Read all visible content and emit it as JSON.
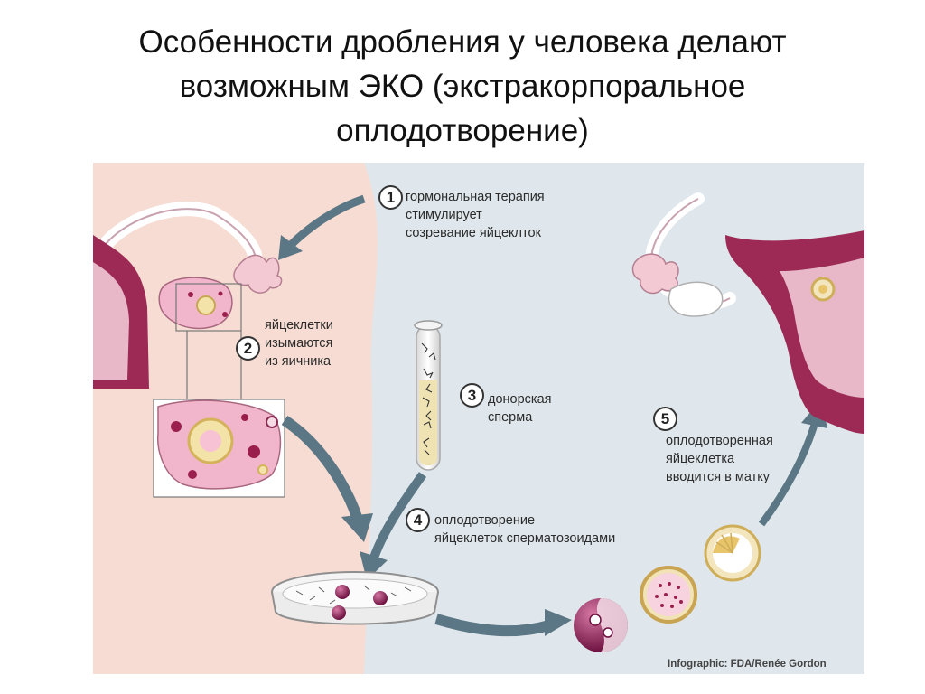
{
  "title": {
    "lines": [
      "Особенности дробления у человека делают",
      "возможным ЭКО (экстракорпоральное",
      "оплодотворение)"
    ]
  },
  "steps": [
    {
      "number": "1",
      "lines": [
        "гормональная терапия",
        "стимулирует",
        "созревание яйцеклток"
      ]
    },
    {
      "number": "2",
      "lines": [
        "яйцеклетки",
        "изымаются",
        "из яичника"
      ]
    },
    {
      "number": "3",
      "lines": [
        "донорская",
        "сперма"
      ]
    },
    {
      "number": "4",
      "lines": [
        "оплодотворение",
        "яйцеклеток сперматозоидами"
      ]
    },
    {
      "number": "5",
      "lines": [
        "оплодотворенная",
        "яйцеклетка",
        "вводится в матку"
      ]
    }
  ],
  "credit": "Infographic: FDA/Renée Gordon",
  "colors": {
    "background_panel": "#dfe7ec",
    "body_skin": "#f6dcd2",
    "uterus": "#9c2a55",
    "arrow": "#5b7684",
    "ovary": "#f2b6cc"
  }
}
